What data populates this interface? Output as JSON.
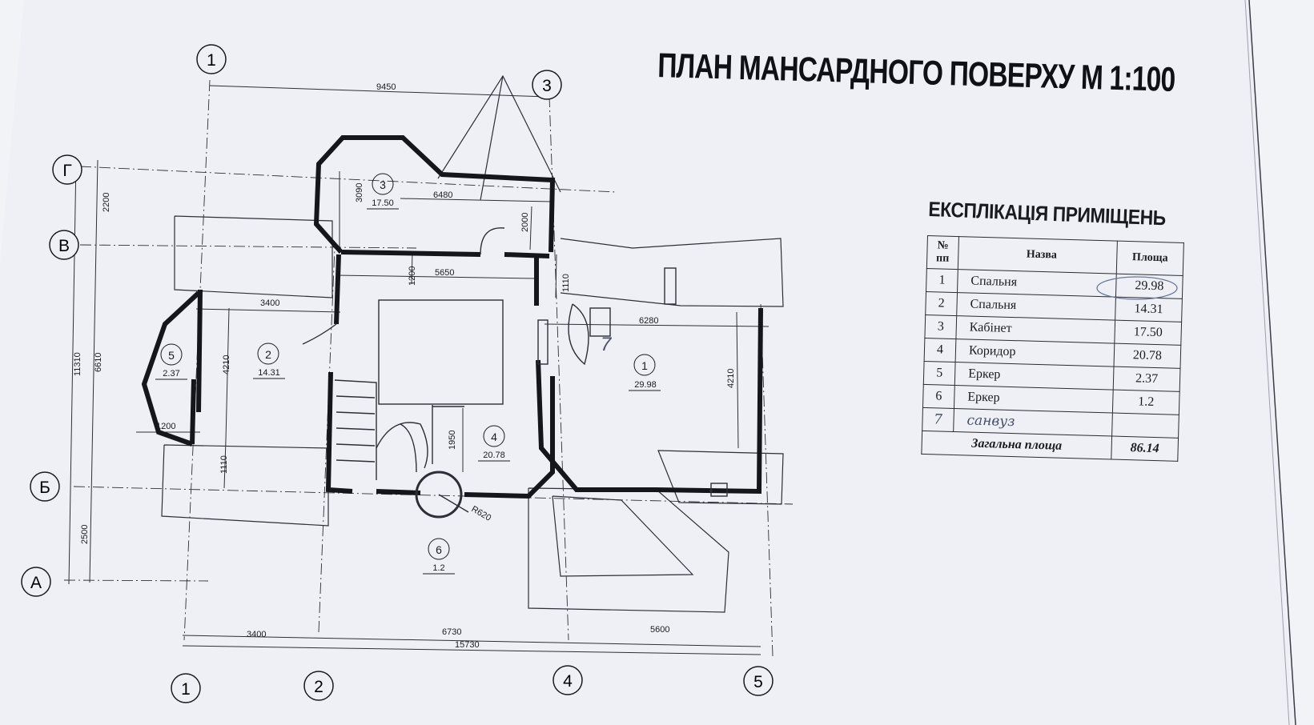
{
  "title": "ПЛАН МАНСАРДНОГО ПОВЕРХУ  М 1:100",
  "table": {
    "title": "ЕКСПЛІКАЦІЯ ПРИМІЩЕНЬ",
    "headers": {
      "num": "№ пп",
      "name": "Назва",
      "area": "Площа"
    },
    "rows": [
      {
        "num": "1",
        "name": "Спальня",
        "area": "29.98"
      },
      {
        "num": "2",
        "name": "Спальня",
        "area": "14.31"
      },
      {
        "num": "3",
        "name": "Кабінет",
        "area": "17.50"
      },
      {
        "num": "4",
        "name": "Коридор",
        "area": "20.78"
      },
      {
        "num": "5",
        "name": "Еркер",
        "area": "2.37"
      },
      {
        "num": "6",
        "name": "Еркер",
        "area": "1.2"
      },
      {
        "num": "7",
        "name": "санвуз",
        "area": ""
      }
    ],
    "total_label": "Загальна площа",
    "total_value": "86.14"
  },
  "axes": {
    "top": [
      "1",
      "3"
    ],
    "bottom": [
      "1",
      "2",
      "4",
      "5"
    ],
    "left": [
      "Г",
      "В",
      "Б",
      "А"
    ]
  },
  "dimensions": {
    "top": "9450",
    "bottom": [
      "3400",
      "6730",
      "5600"
    ],
    "bottom_total": "15730",
    "left_outer": "11310",
    "left_inner": [
      "2200",
      "6610",
      "2500"
    ],
    "room3_width": "6480",
    "room3_depth": "3090",
    "room3_side": "2000",
    "corridor_width": "5650",
    "corridor_depth": "1200",
    "room2_width": "3400",
    "room2_depth": "4210",
    "room5_width": "1200",
    "room2_lower": "1110",
    "room1_width": "6280",
    "room1_depth": "4210",
    "corridor_width_2": "1110",
    "stair_depth": "1950",
    "bay_radius": "R620"
  },
  "rooms": [
    {
      "num": "1",
      "area": "29.98"
    },
    {
      "num": "2",
      "area": "14.31"
    },
    {
      "num": "3",
      "area": "17.50"
    },
    {
      "num": "4",
      "area": "20.78"
    },
    {
      "num": "5",
      "area": "2.37"
    },
    {
      "num": "6",
      "area": "1.2"
    },
    {
      "num": "7"
    }
  ]
}
